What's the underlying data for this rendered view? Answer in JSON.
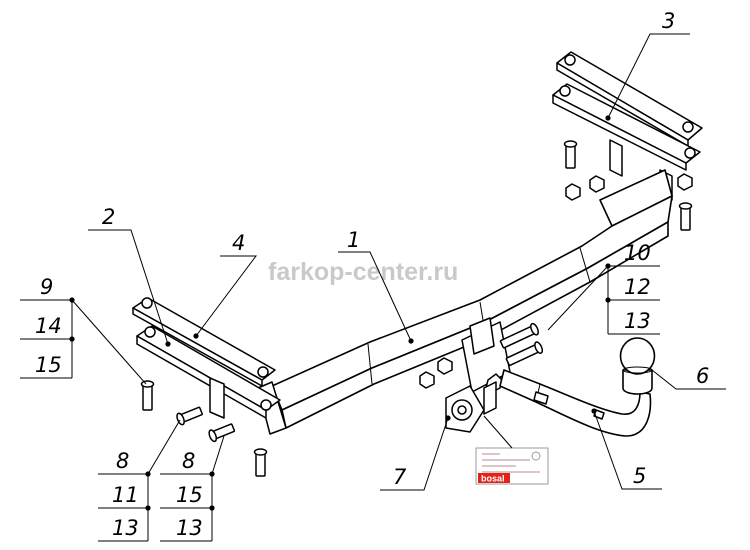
{
  "watermark": "farkop-center.ru",
  "callouts": {
    "c1": "1",
    "c2": "2",
    "c3": "3",
    "c4": "4",
    "c5": "5",
    "c6": "6",
    "c7": "7",
    "left_stack": [
      "9",
      "14",
      "15"
    ],
    "right_stack": [
      "10",
      "12",
      "13"
    ],
    "bottom_left_stack": [
      "8",
      "11",
      "13"
    ],
    "bottom_mid_stack": [
      "8",
      "15",
      "13"
    ]
  },
  "plate": {
    "brand": "bosal"
  }
}
